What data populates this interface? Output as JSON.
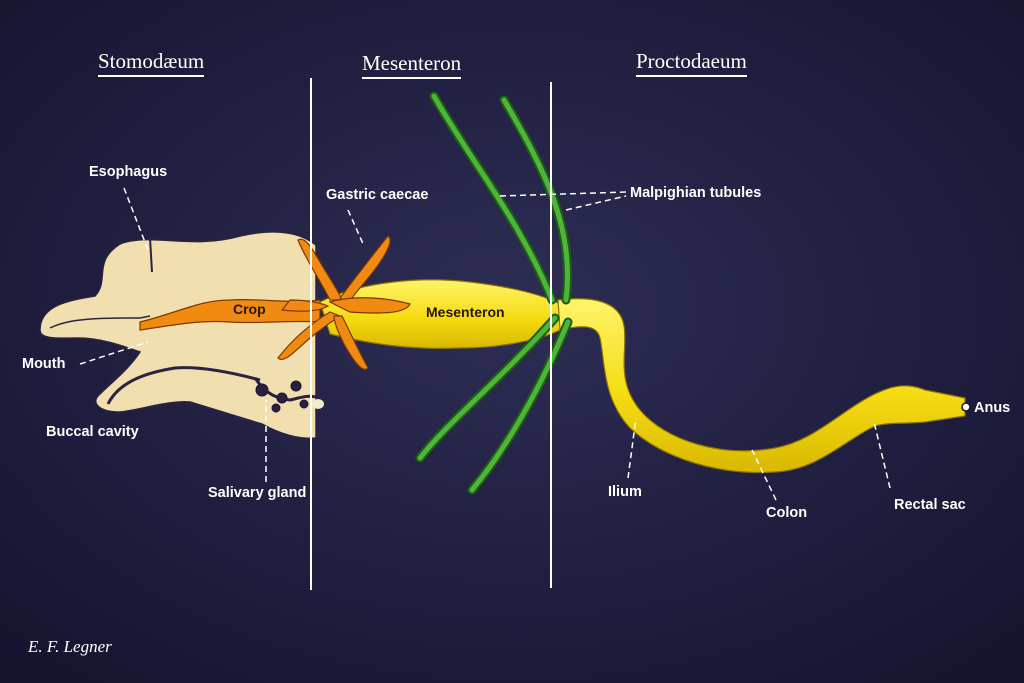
{
  "sections": {
    "stomodaeum": "Stomodæum",
    "mesenteron": "Mesenteron",
    "proctodaeum": "Proctodaeum"
  },
  "labels": {
    "esophagus": "Esophagus",
    "gastric_caecae": "Gastric caecae",
    "malpighian_tubules": "Malpighian tubules",
    "crop": "Crop",
    "mesenteron": "Mesenteron",
    "mouth": "Mouth",
    "buccal_cavity": "Buccal cavity",
    "salivary_gland": "Salivary gland",
    "ilium": "Ilium",
    "colon": "Colon",
    "rectal_sac": "Rectal sac",
    "anus": "Anus"
  },
  "credit": "E. F. Legner",
  "colors": {
    "background": "#1c1b3a",
    "head": "#f2dfb0",
    "crop": "#f08a10",
    "gut": "#f7e21a",
    "tubules": "#3a9a28",
    "divider": "#ffffff"
  }
}
